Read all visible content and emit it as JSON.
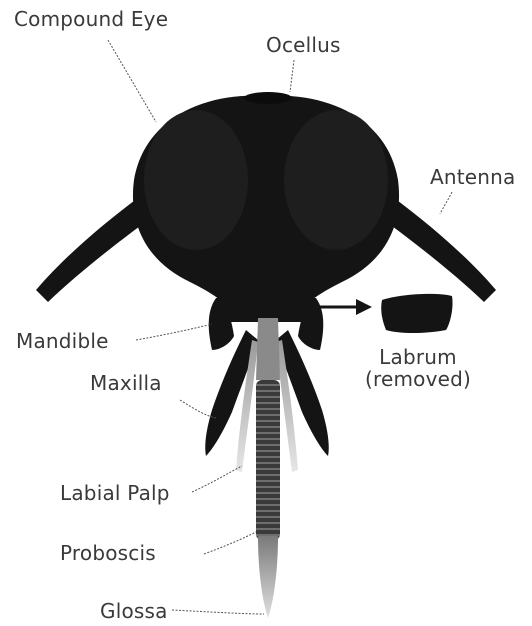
{
  "labels": {
    "compound_eye": "Compound Eye",
    "ocellus": "Ocellus",
    "antenna": "Antenna",
    "mandible": "Mandible",
    "labrum": "Labrum",
    "labrum_note": "(removed)",
    "maxilla": "Maxilla",
    "labial_palp": "Labial Palp",
    "proboscis": "Proboscis",
    "glossa": "Glossa"
  },
  "colors": {
    "head": "#141414",
    "text": "#3a3a3a",
    "leader": "#555555",
    "proboscis_light": "#8a8a8a",
    "proboscis_dark": "#2c2c2c",
    "glossa": "#bdbdbd"
  }
}
